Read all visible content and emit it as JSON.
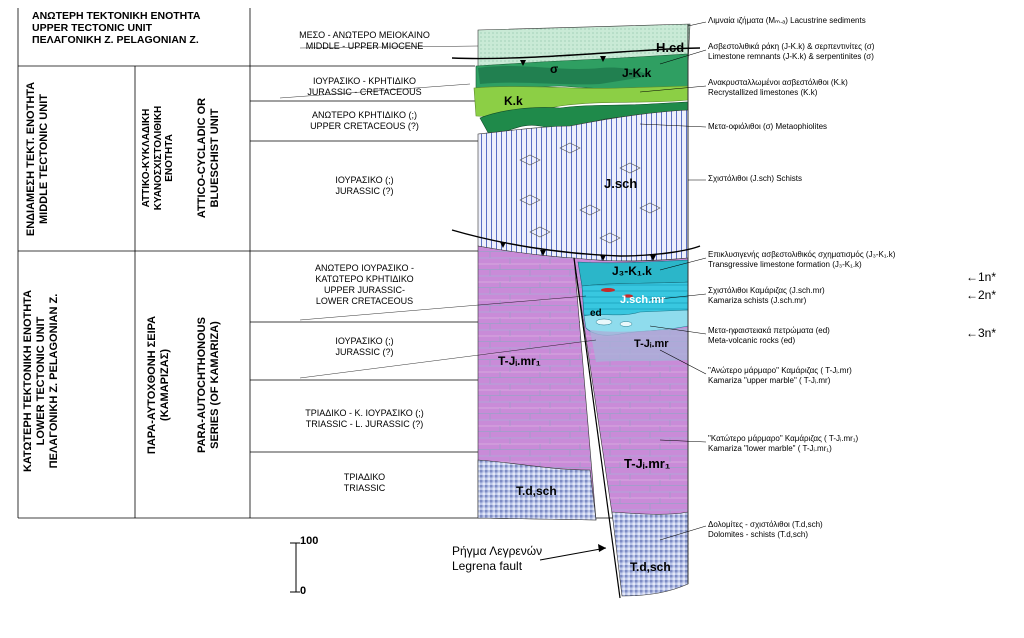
{
  "tectonic_units": {
    "upper": [
      "ΑΝΩΤΕΡΗ ΤΕΚΤΟΝΙΚΗ ΕΝΟΤΗΤΑ",
      "UPPER TECTONIC UNIT",
      "ΠΕΛΑΓΟΝΙΚΗ Ζ. PELAGONIAN Z."
    ],
    "middle": [
      "ΕΝΔΙΑΜΕΣΗ ΤΕΚΤ. ΕΝΟΤΗΤΑ",
      "MIDDLE TECTONIC UNIT"
    ],
    "middle_sub_gr": [
      "ΑΤΤΙΚΟ-ΚΥΚΛΑΔΙΚΗ",
      "ΚΥΑΝΟΣΧΙΣΤΟΛΙΘΙΚΗ",
      "ΕΝΟΤΗΤΑ"
    ],
    "middle_sub_en": [
      "ATTICO-CYCLADIC OR",
      "BLUESCHIST UNIT"
    ],
    "lower": [
      "ΚΑΤΩΤΕΡΗ ΤΕΚΤΟΝΙΚΗ ΕΝΟΤΗΤΑ",
      "LOWER TECTONIC UNIT",
      "ΠΕΛΑΓΟΝΙΚΗ Ζ. PELAGONIAN Z."
    ],
    "lower_sub_gr": [
      "ΠΑΡΑ-ΑΥΤΟΧΘΟΝΗ ΣΕΙΡΑ",
      "(ΚΑΜΑΡΙΖΑΣ)"
    ],
    "lower_sub_en": [
      "PARA-AUTOCHTHONOUS",
      "SERIES (OF KAMARIZA)"
    ]
  },
  "ages": [
    "ΜΕΣΟ - ΑΝΩΤΕΡΟ ΜΕΙΟΚΑΙΝΟ\nMIDDLE - UPPER MIOCENE",
    "ΙΟΥΡΑΣΙΚΟ - ΚΡΗΤΙΔΙΚΟ\nJURASSIC - CRETACEOUS",
    "ΑΝΩΤΕΡΟ ΚΡΗΤΙΔΙΚΟ (;)\nUPPER CRETACEOUS (?)",
    "ΙΟΥΡΑΣΙΚΟ (;)\nJURASSIC (?)",
    "ΑΝΩΤΕΡΟ ΙΟΥΡΑΣΙΚΟ -\nΚΑΤΩΤΕΡΟ ΚΡΗΤΙΔΙΚΟ\nUPPER JURASSIC-\nLOWER CRETACEOUS",
    "ΙΟΥΡΑΣΙΚΟ (;)\nJURASSIC (?)",
    "ΤΡΙΑΔΙΚΟ - Κ. ΙΟΥΡΑΣΙΚΟ (;)\nTRIASSIC - L. JURASSIC (?)",
    "ΤΡΙΑΔΙΚΟ\nTRIASSIC"
  ],
  "formation_labels": [
    "H.cd",
    "σ",
    "J-K.k",
    "K.k",
    "J.sch",
    "J₃-K₁.k",
    "J.sch.mr",
    "ed",
    "T-Jᵢ.mr",
    "T-Jᵢ.mr₁",
    "T-Jᵢ.mr₁",
    "T.d,sch",
    "T.d,sch"
  ],
  "legend": [
    [
      "Λιμναία ιζήματα (Mₘ.ₐ) Lacustrine sediments"
    ],
    [
      "Ασβεστολιθικά ράκη (J-K.k) & σερπεντινίτες (σ)",
      "Limestone remnants (J-K.k) & serpentinites (σ)"
    ],
    [
      "Ανακρυσταλλωμένοι ασβεστόλιθοι (K.k)",
      "Recrystallized limestones (K.k)"
    ],
    [
      "Μετα-οφιόλιθοι (σ) Metaophiolites"
    ],
    [
      "Σχιστόλιθοι (J.sch) Schists"
    ],
    [
      "Επικλυσιγενής ασβεστολιθικός σχηματισμός (J₃-K₁.k)",
      "Transgressive limestone formation (J₃-K₁.k)"
    ],
    [
      "Σχιστόλιθοι Καμάριζας (J.sch.mr)",
      "Kamariza schists (J.sch.mr)"
    ],
    [
      "Μετα-ηφαιστειακά πετρώματα (ed)",
      "Meta-volcanic rocks (ed)"
    ],
    [
      "\"Ανώτερο μάρμαρο\" Καμάριζας ( T-Jᵢ.mr)",
      "Kamariza \"upper marble\" ( T-Jᵢ.mr)"
    ],
    [
      "\"Κατώτερο μάρμαρο\" Καμάριζας ( T-Jᵢ.mr₁)",
      "Kamariza \"lower marble\" ( T-Jᵢ.mr₁)"
    ],
    [
      "Δολομίτες - σχιστόλιθοι (T.d,sch)",
      "Dolomites - schists (T.d,sch)"
    ]
  ],
  "markers": [
    "←1n*",
    "←2n*",
    "←3n*"
  ],
  "scale": {
    "top": "100",
    "bottom": "0"
  },
  "fault_label": [
    "Ρήγμα Λεγρενών",
    "Legrena fault"
  ],
  "colors": {
    "hcd": "#c9ead6",
    "serpentinite": "#1e7a4e",
    "jkk": "#2f9f62",
    "kk": "#8ccf45",
    "metaophiolite": "#1f8a4a",
    "schist_bg": "#eef0fb",
    "schist_lines": "#5a6fc4",
    "marble": "#c98bd8",
    "marble_lines": "#9aa0c8",
    "transgressive": "#2bb6c9",
    "kamariza_schist": "#38c7e0",
    "dolomite": "#b9c4e8"
  }
}
